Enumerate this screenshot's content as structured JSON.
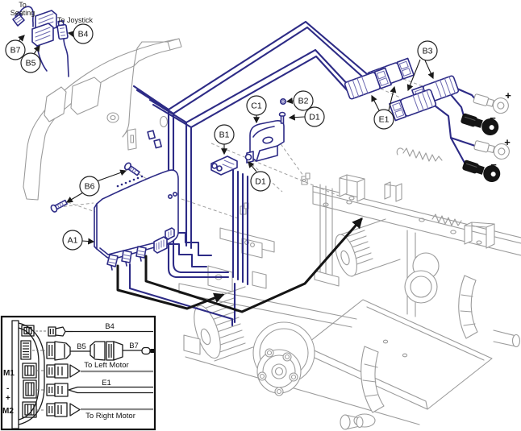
{
  "diagram_type": "wiring-exploded-assembly",
  "labels": {
    "to_seating_1": "To",
    "to_seating_2": "Seating",
    "to_joystick": "To Joystick",
    "battery_plus": "+",
    "battery_minus": "−"
  },
  "callouts": {
    "a1": "A1",
    "b1": "B1",
    "b2": "B2",
    "b3": "B3",
    "b4": "B4",
    "b5": "B5",
    "b6": "B6",
    "b7": "B7",
    "c1": "C1",
    "d1": "D1",
    "e1": "E1"
  },
  "legend": {
    "m1": "M1",
    "minus": "-",
    "plus": "+",
    "m2": "M2",
    "b4": "B4",
    "b5": "B5",
    "b7": "B7",
    "e1": "E1",
    "to_left_motor": "To Left Motor",
    "to_right_motor": "To Right Motor"
  },
  "colors": {
    "wire_navy": "#2d2b86",
    "wire_navy_light": "#6b68b0",
    "frame_gray": "#9b9b9b",
    "ink_black": "#1a1a1a",
    "background": "#ffffff"
  }
}
